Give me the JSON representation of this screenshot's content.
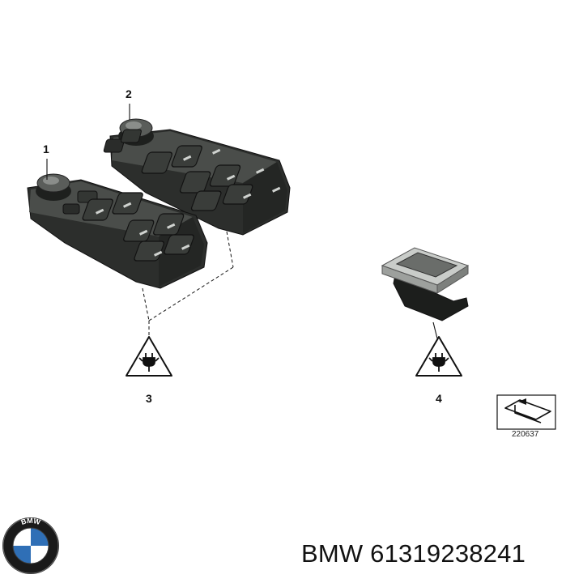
{
  "diagram": {
    "callouts": [
      {
        "id": "1",
        "label": "1"
      },
      {
        "id": "2",
        "label": "2"
      },
      {
        "id": "3",
        "label": "3"
      },
      {
        "id": "4",
        "label": "4"
      }
    ],
    "reference_number": "220637",
    "parts": [
      {
        "callout": "1",
        "description": "driver window switch block"
      },
      {
        "callout": "2",
        "description": "driver window switch block variant"
      },
      {
        "callout": "3",
        "description": "ESD warning symbol"
      },
      {
        "callout": "4",
        "description": "ESD warning symbol"
      }
    ]
  },
  "footer": {
    "brand": "BMW",
    "part_number": "61319238241",
    "caption": "BMW 61319238241"
  },
  "logo": {
    "text": "BMW",
    "colors": {
      "blue": "#2f6fb6",
      "white": "#ffffff",
      "ring": "#1a1a1a"
    }
  },
  "colors": {
    "switch_body": "#3a3d3a",
    "switch_dark": "#1f211f",
    "line": "#111111"
  }
}
